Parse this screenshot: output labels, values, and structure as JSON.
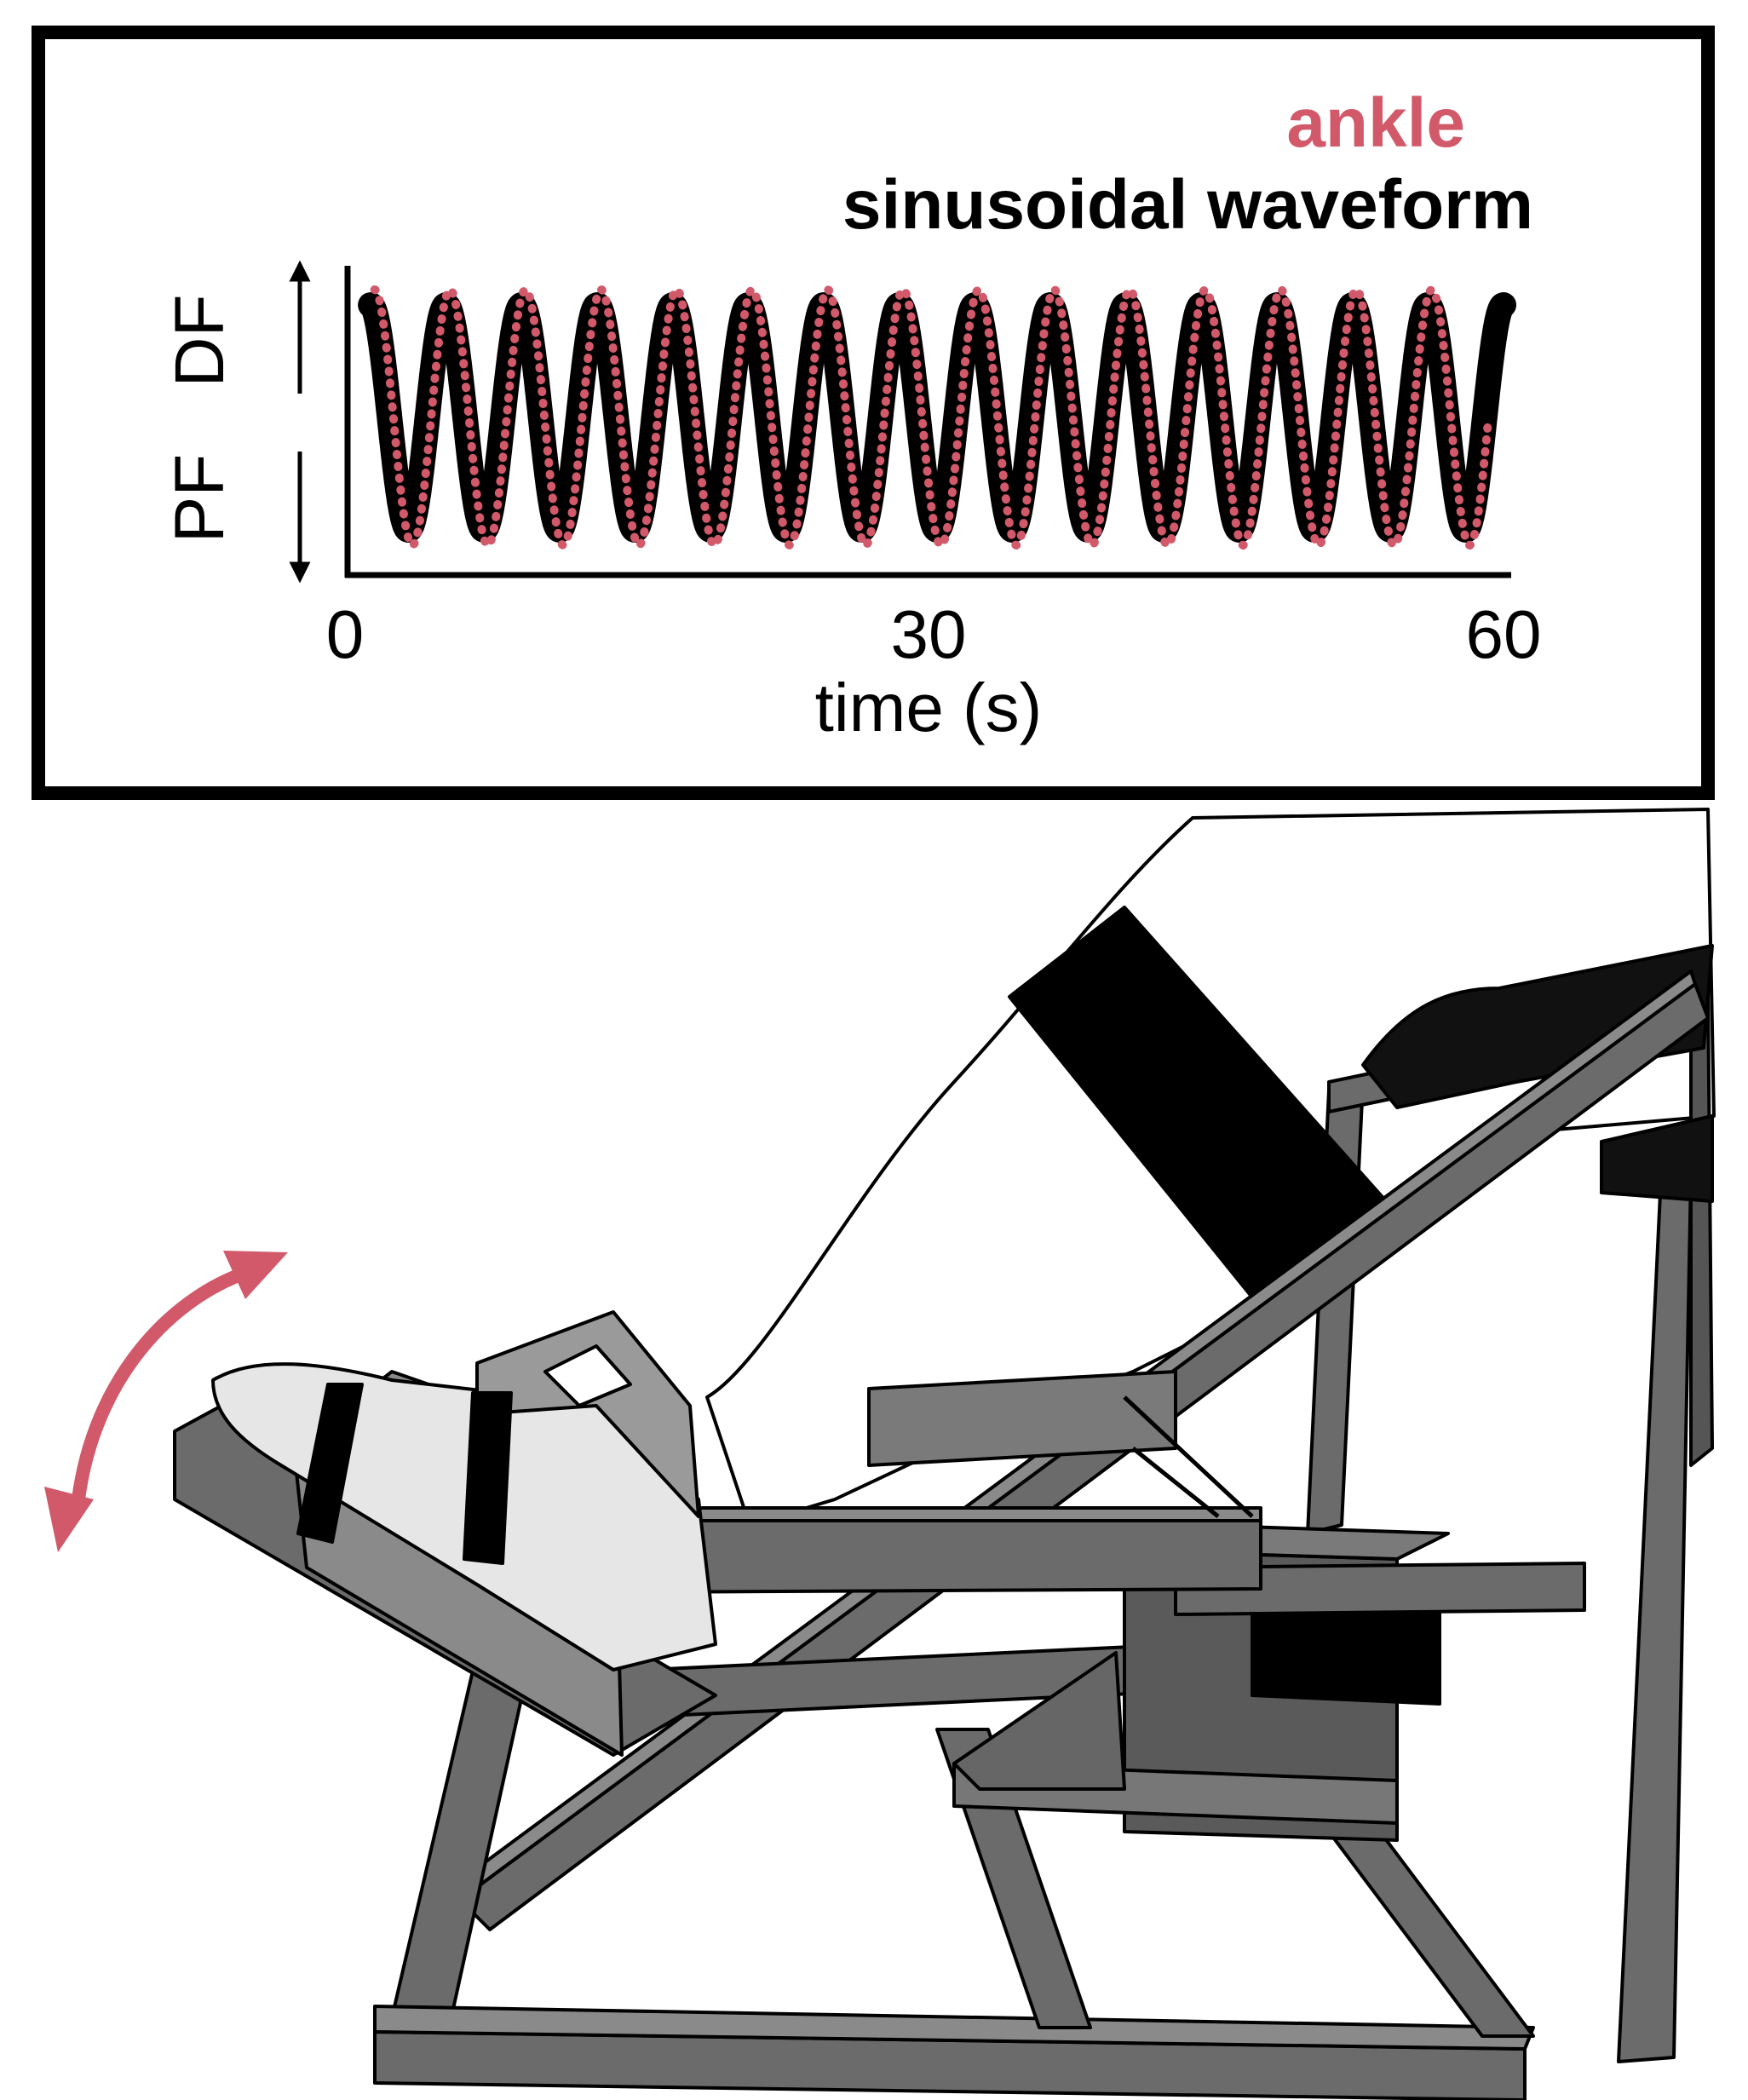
{
  "chart_data": {
    "type": "line",
    "legend": {
      "ankle_label": "ankle",
      "waveform_label": "sinusoidal waveform",
      "ankle_color": "#d1596a",
      "waveform_color": "#000000"
    },
    "xlabel": "time (s)",
    "xlim": [
      0,
      60
    ],
    "x_ticks": [
      "0",
      "30",
      "60"
    ],
    "y_labels": {
      "top": "DF",
      "bottom": "PF"
    },
    "y_scale": "normalized -1 (PF) to 1 (DF)",
    "cycles": 15,
    "series": [
      {
        "name": "sinusoidal waveform",
        "style": "thick solid",
        "t_start": 1.2,
        "t_end": 60,
        "period_s": 3.92,
        "amplitude": 0.88
      },
      {
        "name": "ankle",
        "style": "dotted",
        "t_start": 1.4,
        "t_end": 59.2,
        "period_s": 3.92,
        "amplitude": 1.0
      }
    ]
  },
  "illustration": {
    "subject": "ankle rotation device",
    "arrow_color": "#d1596a",
    "frame_color": "#6b6b6b",
    "frame_dark": "#4d4d4d",
    "strap_color": "#000000"
  }
}
